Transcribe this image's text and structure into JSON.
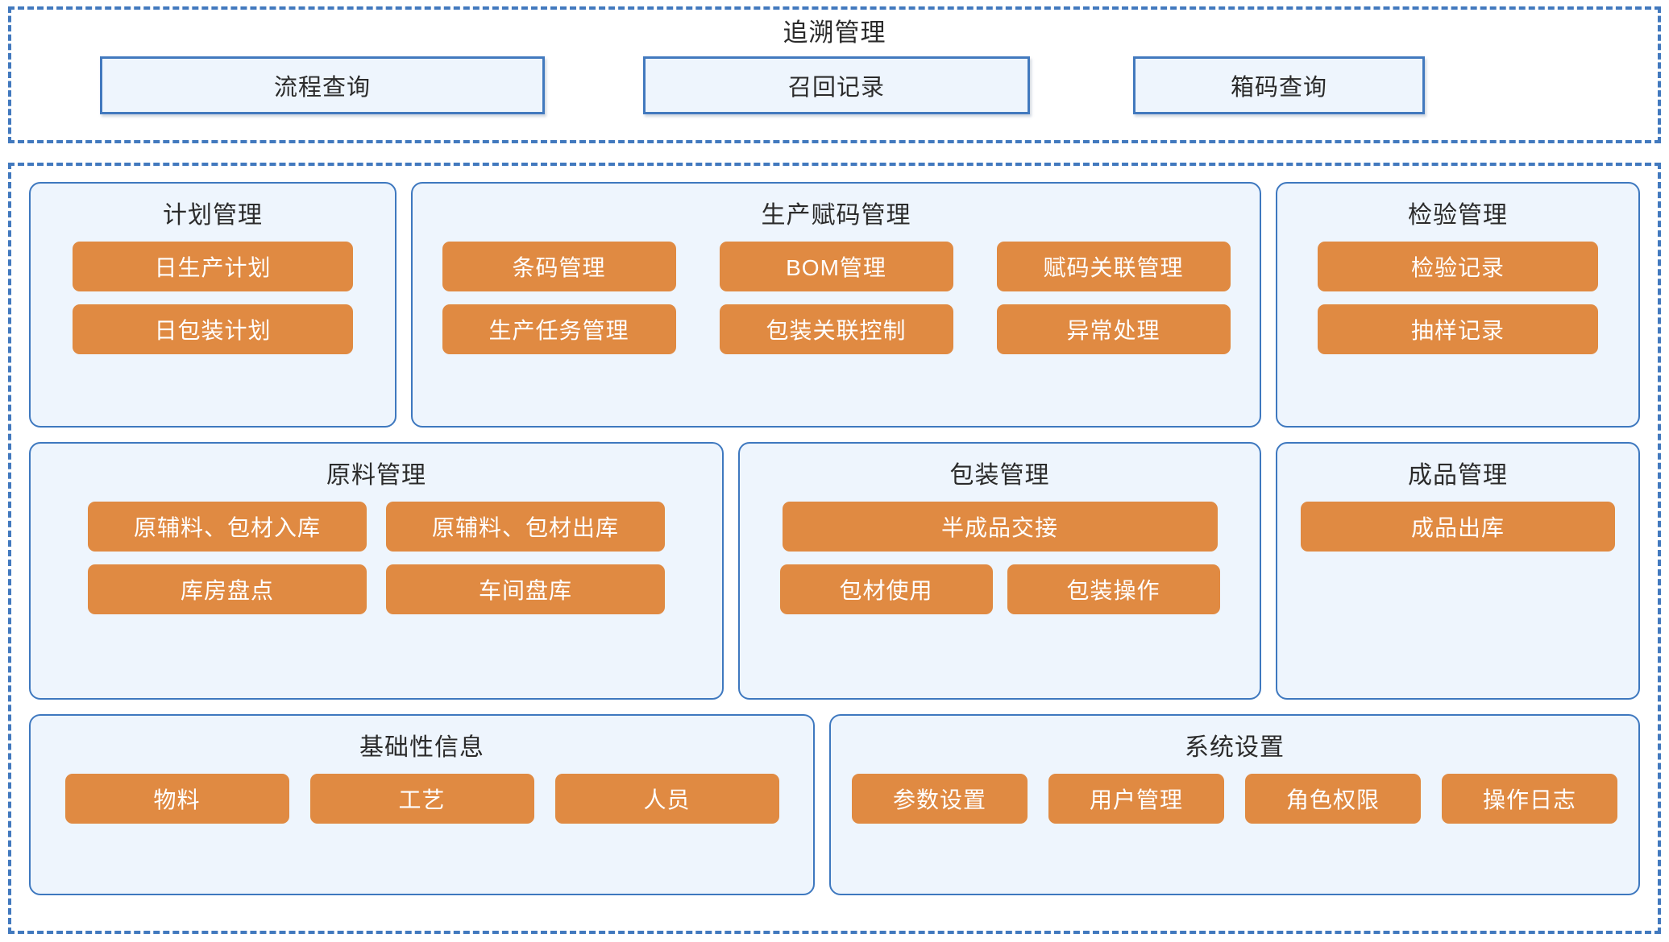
{
  "trace": {
    "title": "追溯管理",
    "buttons": [
      {
        "label": "流程查询"
      },
      {
        "label": "召回记录"
      },
      {
        "label": "箱码查询"
      }
    ]
  },
  "main": {
    "rows": [
      {
        "panels": [
          {
            "title": "计划管理",
            "chip_rows": [
              [
                "日生产计划"
              ],
              [
                "日包装计划"
              ]
            ]
          },
          {
            "title": "生产赋码管理",
            "chip_rows": [
              [
                "条码管理",
                "BOM管理",
                "赋码关联管理"
              ],
              [
                "生产任务管理",
                "包装关联控制",
                "异常处理"
              ]
            ]
          },
          {
            "title": "检验管理",
            "chip_rows": [
              [
                "检验记录"
              ],
              [
                "抽样记录"
              ]
            ]
          }
        ]
      },
      {
        "panels": [
          {
            "title": "原料管理",
            "chip_rows": [
              [
                "原辅料、包材入库",
                "原辅料、包材出库"
              ],
              [
                "库房盘点",
                "车间盘库"
              ]
            ]
          },
          {
            "title": "包装管理",
            "chip_rows": [
              [
                "半成品交接"
              ],
              [
                "包材使用",
                "包装操作"
              ]
            ]
          },
          {
            "title": "成品管理",
            "chip_rows": [
              [
                "成品出库"
              ]
            ]
          }
        ]
      },
      {
        "panels": [
          {
            "title": "基础性信息",
            "chip_rows": [
              [
                "物料",
                "工艺",
                "人员"
              ]
            ]
          },
          {
            "title": "系统设置",
            "chip_rows": [
              [
                "参数设置",
                "用户管理",
                "角色权限",
                "操作日志"
              ]
            ]
          }
        ]
      }
    ]
  },
  "colors": {
    "chip_orange": "#E08A42",
    "panel_border_blue": "#3E78BF",
    "panel_fill_blue": "#EEF5FD",
    "dashed_border_blue": "#4279BE",
    "text_dark": "#2B2B2B",
    "chip_text": "#FFFFFF"
  }
}
